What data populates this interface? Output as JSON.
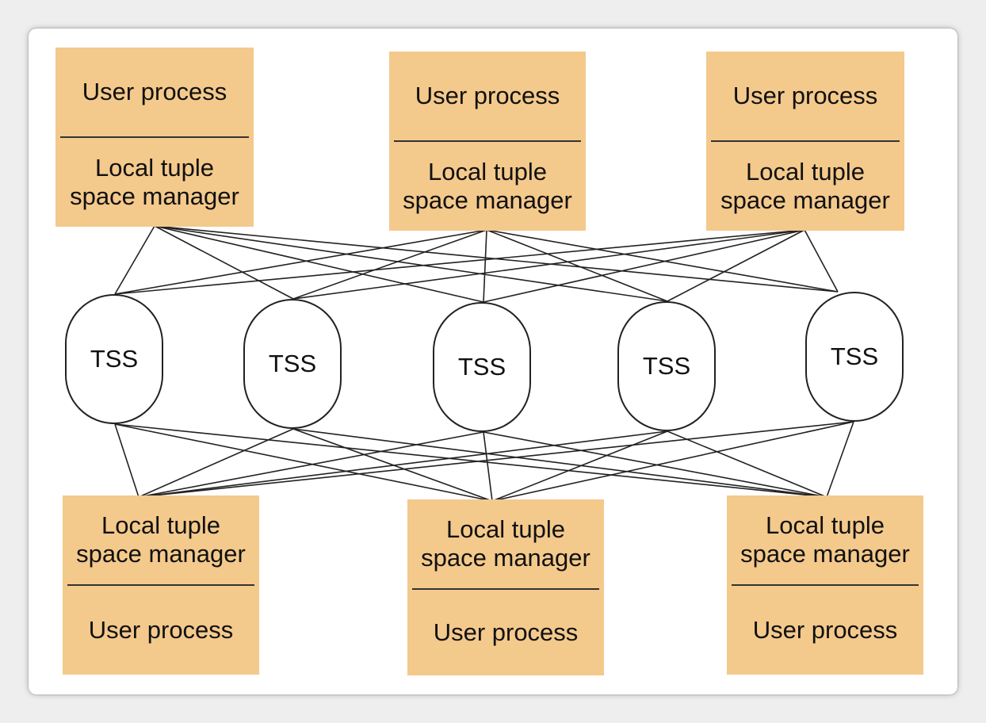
{
  "diagram": {
    "top_nodes": [
      {
        "user_process": "User process",
        "manager": "Local tuple\nspace manager"
      },
      {
        "user_process": "User process",
        "manager": "Local tuple\nspace manager"
      },
      {
        "user_process": "User process",
        "manager": "Local tuple\nspace manager"
      }
    ],
    "servers": [
      {
        "label": "TSS"
      },
      {
        "label": "TSS"
      },
      {
        "label": "TSS"
      },
      {
        "label": "TSS"
      },
      {
        "label": "TSS"
      }
    ],
    "bottom_nodes": [
      {
        "manager": "Local tuple\nspace manager",
        "user_process": "User process"
      },
      {
        "manager": "Local tuple\nspace manager",
        "user_process": "User process"
      },
      {
        "manager": "Local tuple\nspace manager",
        "user_process": "User process"
      }
    ],
    "colors": {
      "box_fill": "#f4c98c",
      "line": "#222222"
    }
  }
}
